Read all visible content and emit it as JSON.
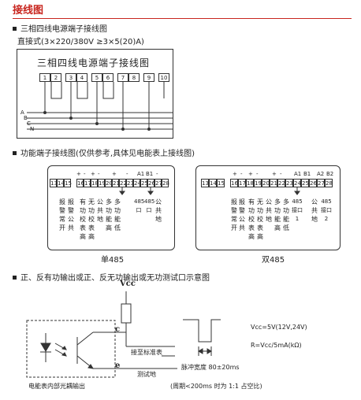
{
  "title": "接线图",
  "section1": {
    "heading": "三相四线电源端子接线图",
    "spec": "直接式(3×220/380V ≥3×5(20)A)",
    "diagram_title": "三相四线电源端子接线图",
    "terminals": [
      "1",
      "2",
      "3",
      "4",
      "5",
      "6",
      "7",
      "8",
      "9",
      "10"
    ],
    "lines": [
      "A",
      "B",
      "C",
      "N"
    ]
  },
  "section2": {
    "heading": "功能端子接线图(仅供参考,具体见电能表上接线图)",
    "single": {
      "caption": "单485",
      "terminals": [
        "13",
        "14",
        "15",
        "16",
        "17",
        "18",
        "19",
        "20",
        "21",
        "22",
        "23",
        "24",
        "25",
        "26",
        "27",
        "28"
      ],
      "top_labels": [
        "+",
        "-",
        "+",
        "-",
        "+",
        "-",
        "A1",
        "B1",
        "-"
      ],
      "columns": [
        "报警常开",
        "报警公共",
        "有功校表高",
        "无功校表高",
        "公共地",
        "多功能高",
        "多功能低",
        "485口",
        "485口",
        "公共地"
      ]
    },
    "double": {
      "caption": "双485",
      "terminals": [
        "13",
        "14",
        "15",
        "16",
        "17",
        "18",
        "19",
        "20",
        "21",
        "22",
        "23",
        "24",
        "25",
        "26",
        "27",
        "28"
      ],
      "top_labels": [
        "+",
        "-",
        "+",
        "-",
        "+",
        "-",
        "A1",
        "B1",
        "A2",
        "B2"
      ],
      "columns": [
        "报警常开",
        "报警公共",
        "有功校表高",
        "无功校表高",
        "公共地",
        "多功能高",
        "多功能低",
        "485接口1",
        "公共地",
        "485接口2"
      ]
    }
  },
  "section3": {
    "heading": "正、反有功输出或正、反无功输出或无功测试口示意图",
    "vcc": "Vcc",
    "c_label": "c",
    "e_label": "e",
    "std_label": "接至标准表",
    "test_label": "测试地",
    "inner_label": "电能表内部光耦输出",
    "pulse_label": "脉冲宽度 80±20ms",
    "vcc_formula": "Vcc=5V(12V,24V)",
    "r_formula": "R=Vcc/5mA(kΩ)",
    "period_note": "(周期<200ms 时为 1:1 占空比)"
  }
}
